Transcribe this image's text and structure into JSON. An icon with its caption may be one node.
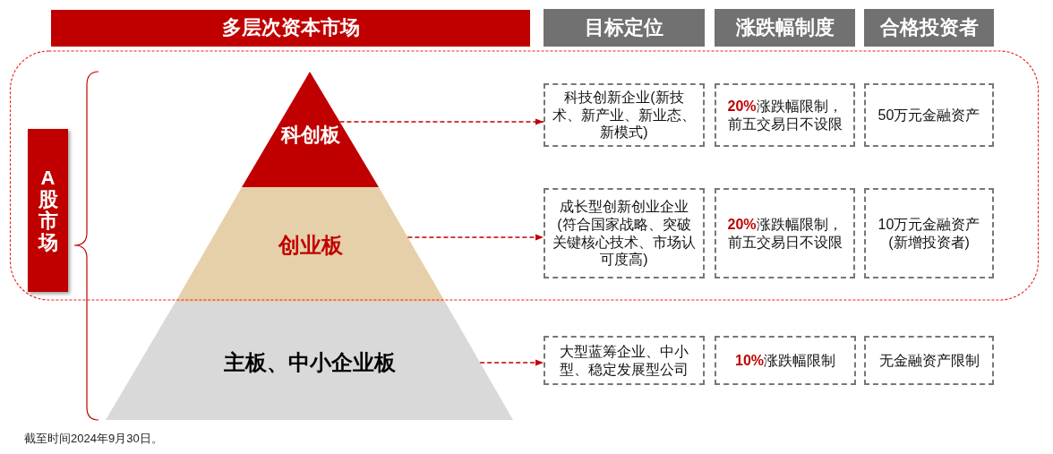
{
  "diagram": {
    "caption": "截至时间2024年9月30日。",
    "nodes": [
      {
        "text": [
          "多层次资本市场"
        ]
      },
      {
        "text": [
          "目标定位"
        ]
      },
      {
        "text": [
          "涨跌幅制度"
        ]
      },
      {
        "text": [
          "合格投资者"
        ]
      },
      {
        "text": [
          "A股市场"
        ]
      },
      {
        "text": [
          "科创板"
        ]
      },
      {
        "text": [
          "科技创新企业(新技术、新产业、新业态、新模式)"
        ]
      },
      {
        "text": [
          "**20%**涨跌幅限制，前五交易日不设限"
        ]
      },
      {
        "text": [
          "50万元金融资产"
        ]
      },
      {
        "text": [
          "创业板"
        ]
      },
      {
        "text": [
          "成长型创新创业企业(符合国家战略、突破关键核心技术、市场认可度高)"
        ]
      },
      {
        "text": [
          "**20%**涨跌幅限制，前五交易日不设限"
        ]
      },
      {
        "text": [
          "10万元金融资产(新增投资者)"
        ]
      },
      {
        "text": [
          "主板、中小企业板"
        ]
      },
      {
        "text": [
          "大型蓝筹企业、中小型、稳定发展型公司"
        ]
      },
      {
        "text": [
          "**10%**涨跌幅限制"
        ]
      },
      {
        "text": [
          "无金融资产限制"
        ]
      }
    ],
    "edges": [
      {
        "from": 5,
        "to": 6,
        "arrow": "to",
        "style": "dashed"
      },
      {
        "from": 9,
        "to": 10,
        "arrow": "to",
        "style": "dashed"
      },
      {
        "from": 13,
        "to": 14,
        "arrow": "to",
        "style": "dashed"
      }
    ]
  }
}
